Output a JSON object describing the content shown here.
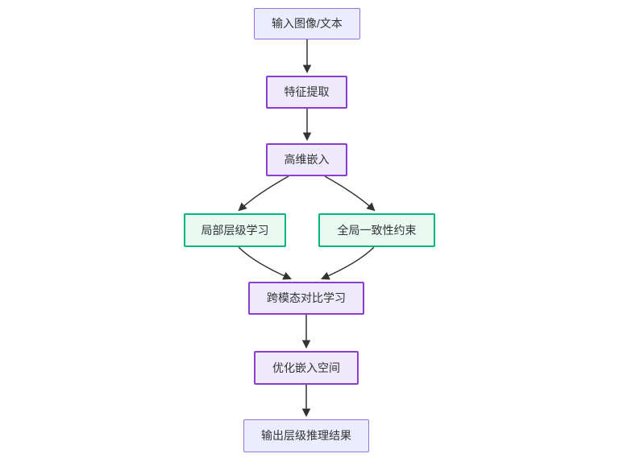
{
  "diagram": {
    "type": "flowchart",
    "direction": "top-down",
    "nodes": [
      {
        "id": "input",
        "label": "输入图像/文本",
        "kind": "terminal"
      },
      {
        "id": "feature",
        "label": "特征提取",
        "kind": "process"
      },
      {
        "id": "embed",
        "label": "高维嵌入",
        "kind": "process"
      },
      {
        "id": "local",
        "label": "局部层级学习",
        "kind": "branch"
      },
      {
        "id": "global",
        "label": "全局一致性约束",
        "kind": "branch"
      },
      {
        "id": "contrast",
        "label": "跨模态对比学习",
        "kind": "process"
      },
      {
        "id": "optimize",
        "label": "优化嵌入空间",
        "kind": "process"
      },
      {
        "id": "output",
        "label": "输出层级推理结果",
        "kind": "terminal"
      }
    ],
    "edges": [
      {
        "from": "input",
        "to": "feature"
      },
      {
        "from": "feature",
        "to": "embed"
      },
      {
        "from": "embed",
        "to": "local"
      },
      {
        "from": "embed",
        "to": "global"
      },
      {
        "from": "local",
        "to": "contrast"
      },
      {
        "from": "global",
        "to": "contrast"
      },
      {
        "from": "contrast",
        "to": "optimize"
      },
      {
        "from": "optimize",
        "to": "output"
      }
    ],
    "colors": {
      "terminal_fill": "#ECECFF",
      "terminal_border": "#9370DB",
      "process_fill": "#EFE9FC",
      "process_border": "#8A3FD1",
      "branch_fill": "#E8FAF2",
      "branch_border": "#00B87C",
      "edge": "#333333",
      "text": "#333333"
    }
  }
}
